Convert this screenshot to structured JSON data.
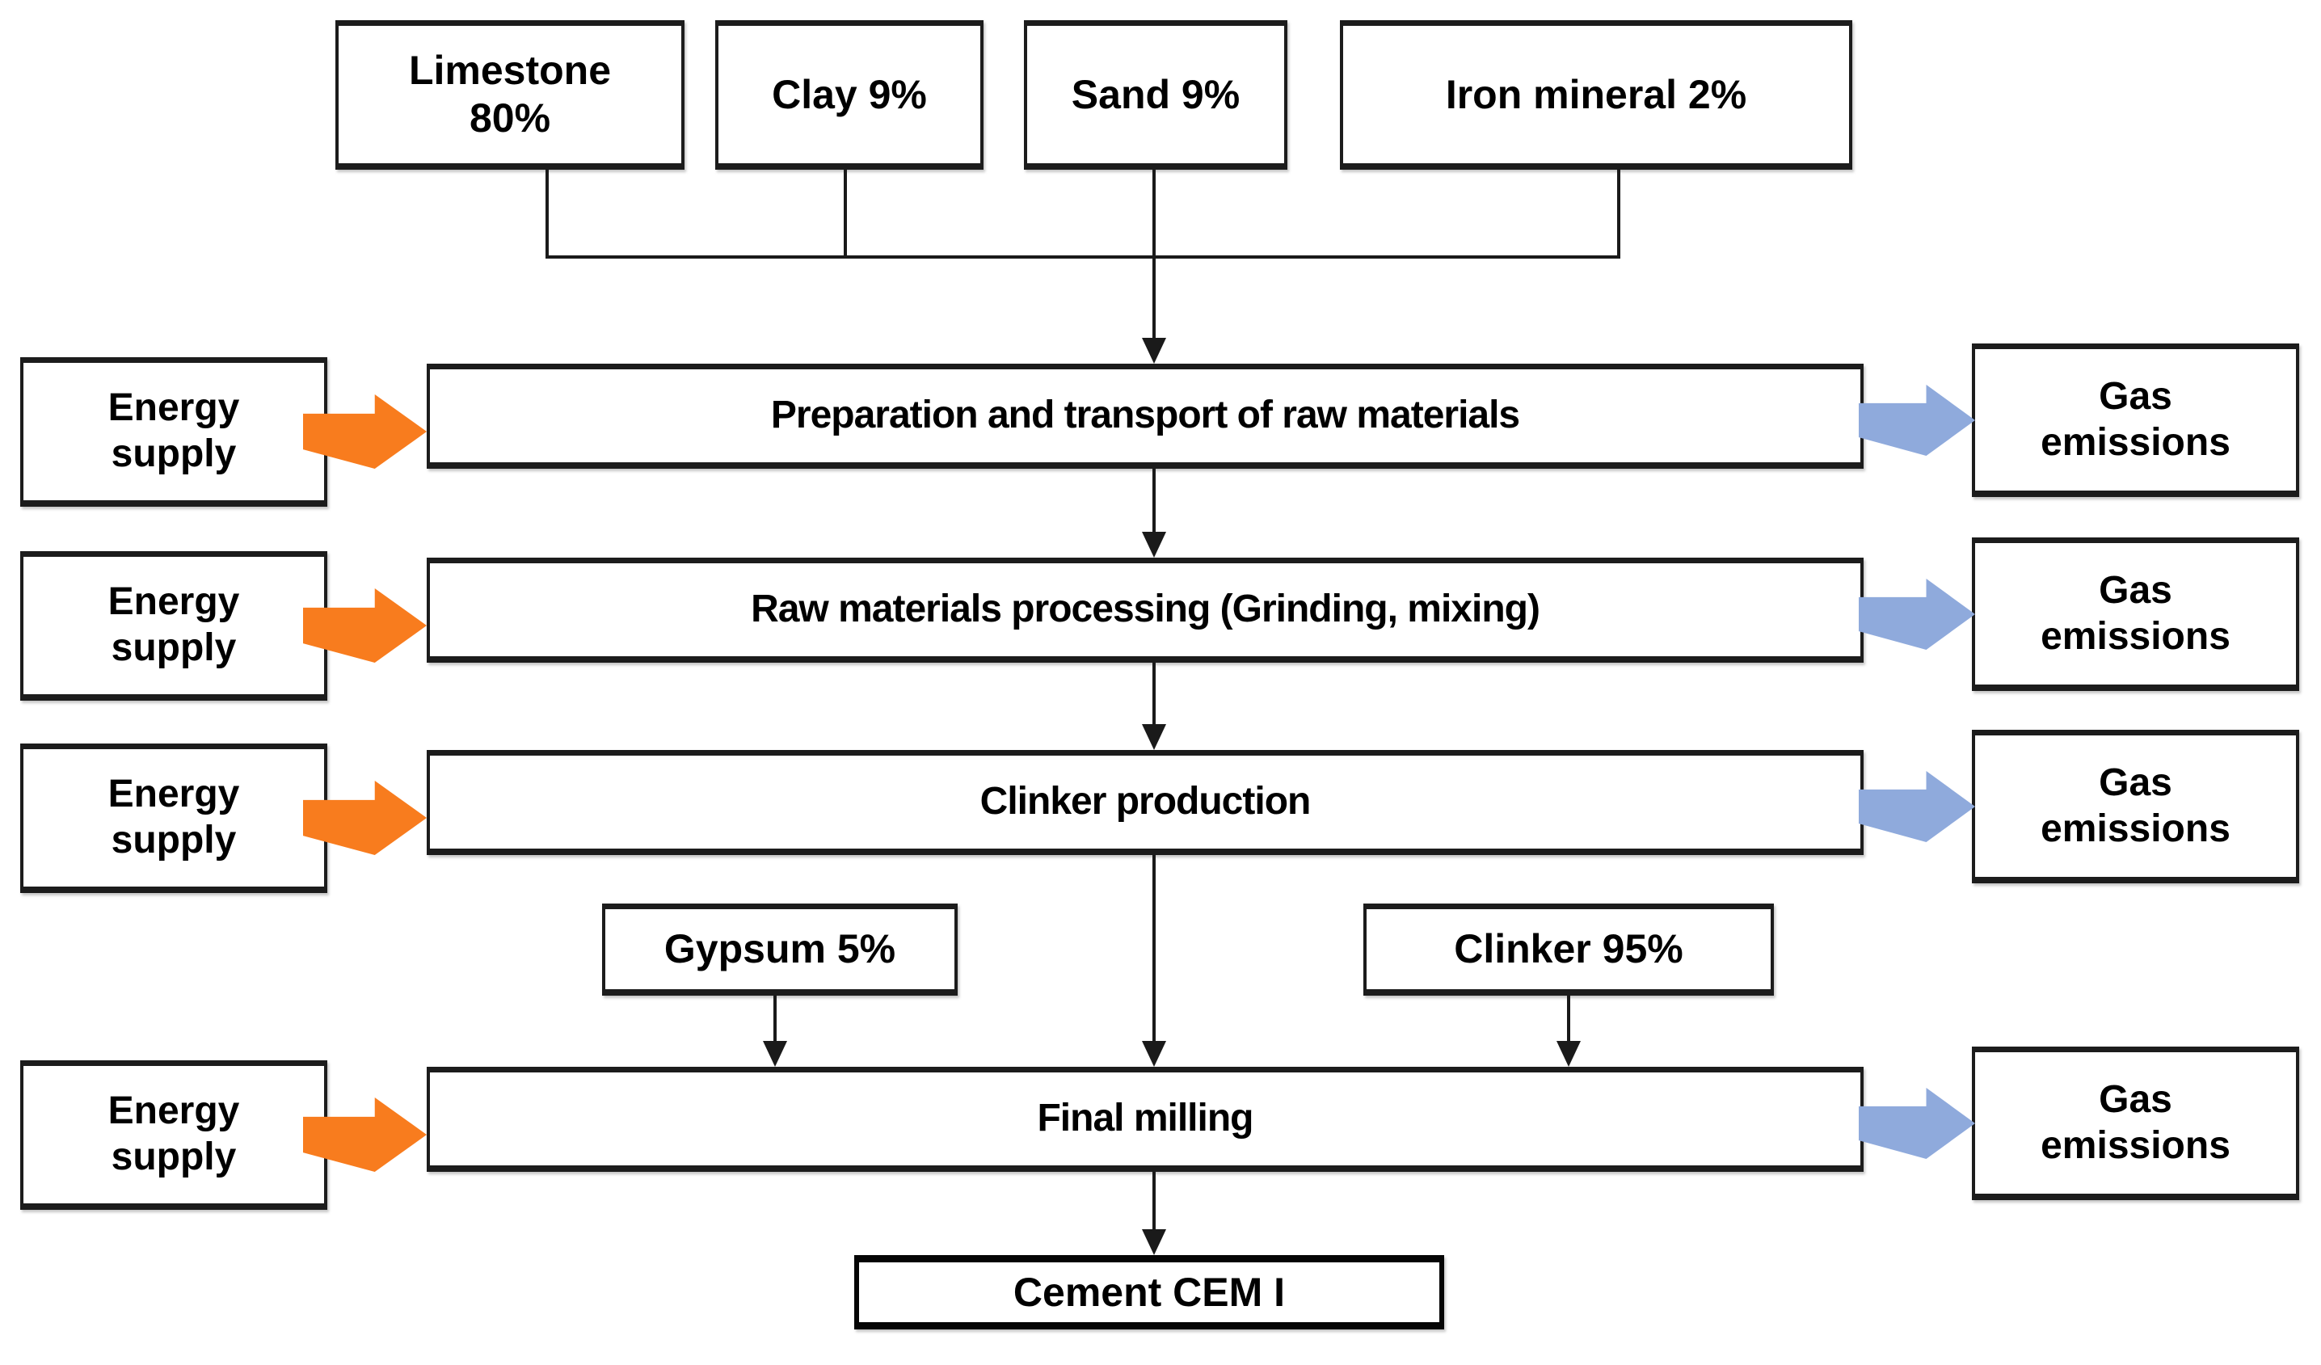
{
  "materials": [
    {
      "name": "limestone",
      "label": "Limestone\n80%"
    },
    {
      "name": "clay",
      "label": "Clay 9%"
    },
    {
      "name": "sand",
      "label": "Sand 9%"
    },
    {
      "name": "iron-mineral",
      "label": "Iron mineral 2%"
    }
  ],
  "side_inputs": {
    "energy_label": "Energy\nsupply",
    "gas_label": "Gas\nemissions"
  },
  "stages": [
    {
      "label": "Preparation and transport of raw materials"
    },
    {
      "label": "Raw materials processing (Grinding, mixing)"
    },
    {
      "label": "Clinker production"
    },
    {
      "label": "Final milling"
    }
  ],
  "additives": [
    {
      "name": "gypsum",
      "label": "Gypsum 5%"
    },
    {
      "name": "clinker",
      "label": "Clinker 95%"
    }
  ],
  "product": {
    "label": "Cement CEM I"
  },
  "colors": {
    "energy_arrow": "#F87C1E",
    "gas_arrow": "#8FAADC",
    "line": "#1A1A1A"
  }
}
